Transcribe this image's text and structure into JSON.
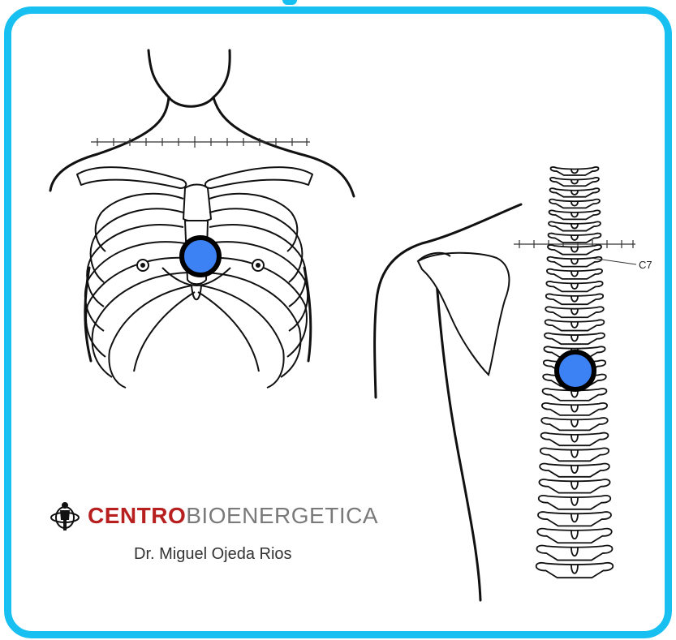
{
  "brand": {
    "name_bold": "CENTRO",
    "name_light": "BIOENERGETICA",
    "logo_icon": "human-figure-logo-icon"
  },
  "doctor": "Dr. Miguel Ojeda Rios",
  "spine": {
    "vertebra_label": "C7"
  },
  "markers": [
    {
      "name": "chest-electrode-marker",
      "location": "sternum"
    },
    {
      "name": "back-electrode-marker",
      "location": "thoracic spine"
    }
  ],
  "colors": {
    "frame": "#17c0f0",
    "marker_fill": "#3c82f5",
    "marker_border": "#000000",
    "brand_red": "#b81f1f",
    "brand_gray": "#7a7a7a"
  }
}
